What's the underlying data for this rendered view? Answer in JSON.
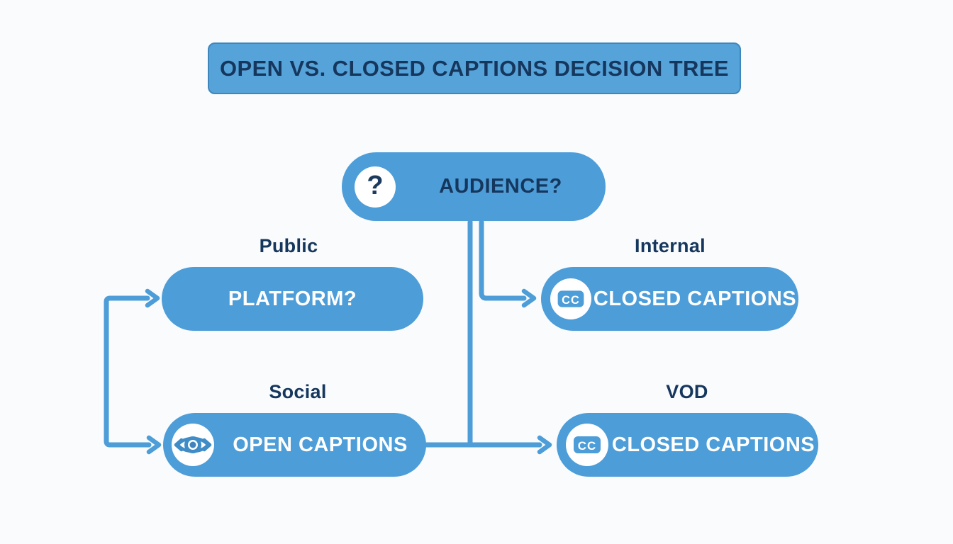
{
  "title": "OPEN VS. CLOSED CAPTIONS DECISION TREE",
  "root": {
    "icon": "question-mark-icon",
    "question_mark": "?",
    "label": "AUDIENCE?"
  },
  "branches": {
    "public": {
      "label": "Public",
      "node": "PLATFORM?"
    },
    "internal": {
      "label": "Internal",
      "node": "CLOSED CAPTIONS",
      "badge": "CC"
    },
    "social": {
      "label": "Social",
      "node": "OPEN CAPTIONS"
    },
    "vod": {
      "label": "VOD",
      "node": "CLOSED CAPTIONS",
      "badge": "CC"
    }
  },
  "colors": {
    "pill_blue": "#4d9dd8",
    "banner_blue": "#56a3da",
    "banner_border": "#3d86bd",
    "navy_text": "#16375d",
    "white_text": "#ffffff",
    "background": "#f9fbfd"
  }
}
